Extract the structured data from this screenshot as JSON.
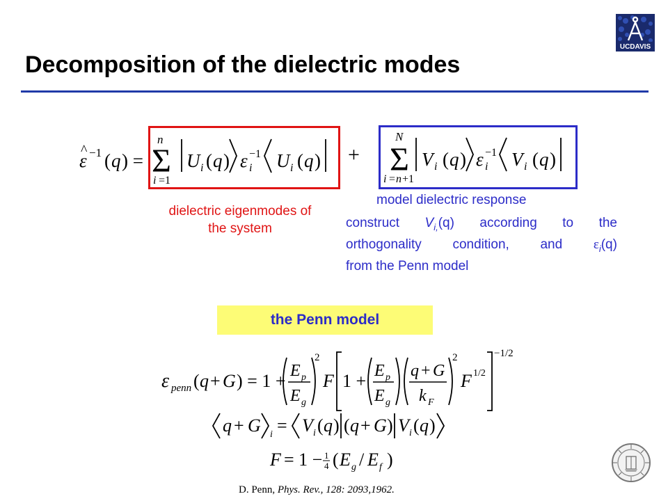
{
  "slide": {
    "title": "Decomposition of the dielectric modes"
  },
  "logo": {
    "text": "UCDAVIS",
    "icon": "ucdavis-logo-icon",
    "color": "#1a2a6c"
  },
  "decomposition": {
    "plus": "+",
    "left_note_line1": "dielectric eigenmodes of",
    "left_note_line2": "the system",
    "model_label": "model dielectric response",
    "construct": {
      "line1_words": [
        "construct",
        "V",
        "i,",
        "(q)",
        "according",
        "to",
        "the"
      ],
      "line2_words": [
        "orthogonality",
        "condition,",
        "and",
        "ε",
        "i",
        "(q)"
      ],
      "line3": "from the Penn model"
    }
  },
  "penn": {
    "label": "the Penn model",
    "highlight_color": "#fdfc76"
  },
  "citation": {
    "author": "D. Penn, ",
    "journal": "Phys. Rev., 128: 2093,1962."
  },
  "seal": {
    "icon": "university-seal-icon"
  },
  "colors": {
    "red": "#e01414",
    "blue": "#2c2cc8",
    "rule": "#1f3aa8"
  }
}
